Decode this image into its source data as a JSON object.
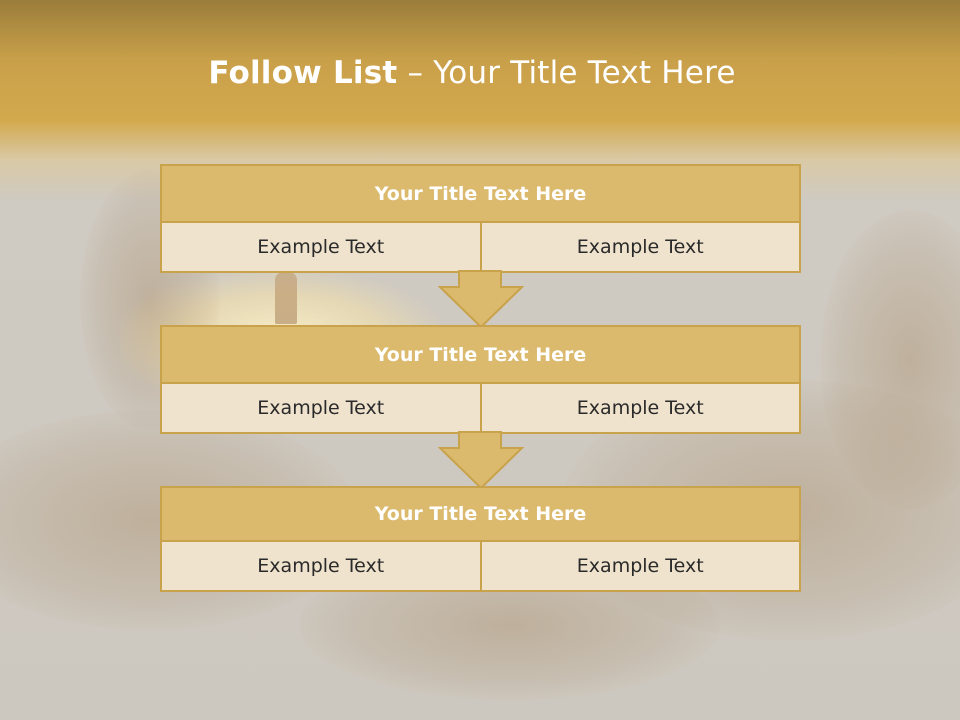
{
  "slide": {
    "title_bold": "Follow List",
    "title_rest": " – Your Title Text Here"
  },
  "steps": [
    {
      "title": "Your Title Text Here",
      "left": "Example Text",
      "right": "Example Text"
    },
    {
      "title": "Your Title Text Here",
      "left": "Example Text",
      "right": "Example Text"
    },
    {
      "title": "Your Title Text Here",
      "left": "Example Text",
      "right": "Example Text"
    }
  ],
  "colors": {
    "header_fill": "#dbb96d",
    "cell_fill": "#efe3cd",
    "border": "#c9a24c",
    "title_text": "#ffffff"
  }
}
